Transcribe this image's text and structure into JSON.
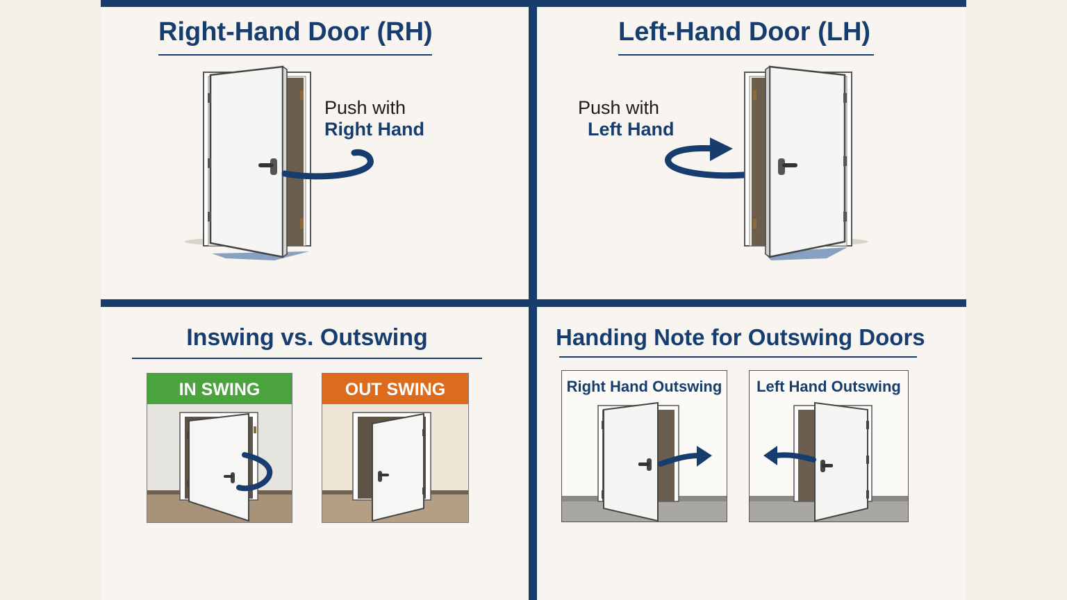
{
  "quadrants": {
    "right_hand": {
      "title": "Right-Hand Door (RH)",
      "push_text": "Push with",
      "hand_text": "Right Hand"
    },
    "left_hand": {
      "title": "Left-Hand Door (LH)",
      "push_text": "Push with",
      "hand_text": "Left Hand"
    },
    "swing": {
      "title": "Inswing vs. Outswing",
      "in_label": "IN SWING",
      "out_label": "OUT SWING"
    },
    "note": {
      "title": "Handing Note for Outswing Doors",
      "rh_label": "Right Hand Outswing",
      "lh_label": "Left Hand Outswing"
    }
  },
  "colors": {
    "navy": "#163d6e",
    "green_header": "#4aa33d",
    "orange_header": "#dd6b1e",
    "background": "#f8f5f0"
  },
  "icons": [
    "door-icon",
    "door-handle-icon",
    "door-hinge-icon",
    "curved-arrow-icon",
    "straight-arrow-icon"
  ]
}
